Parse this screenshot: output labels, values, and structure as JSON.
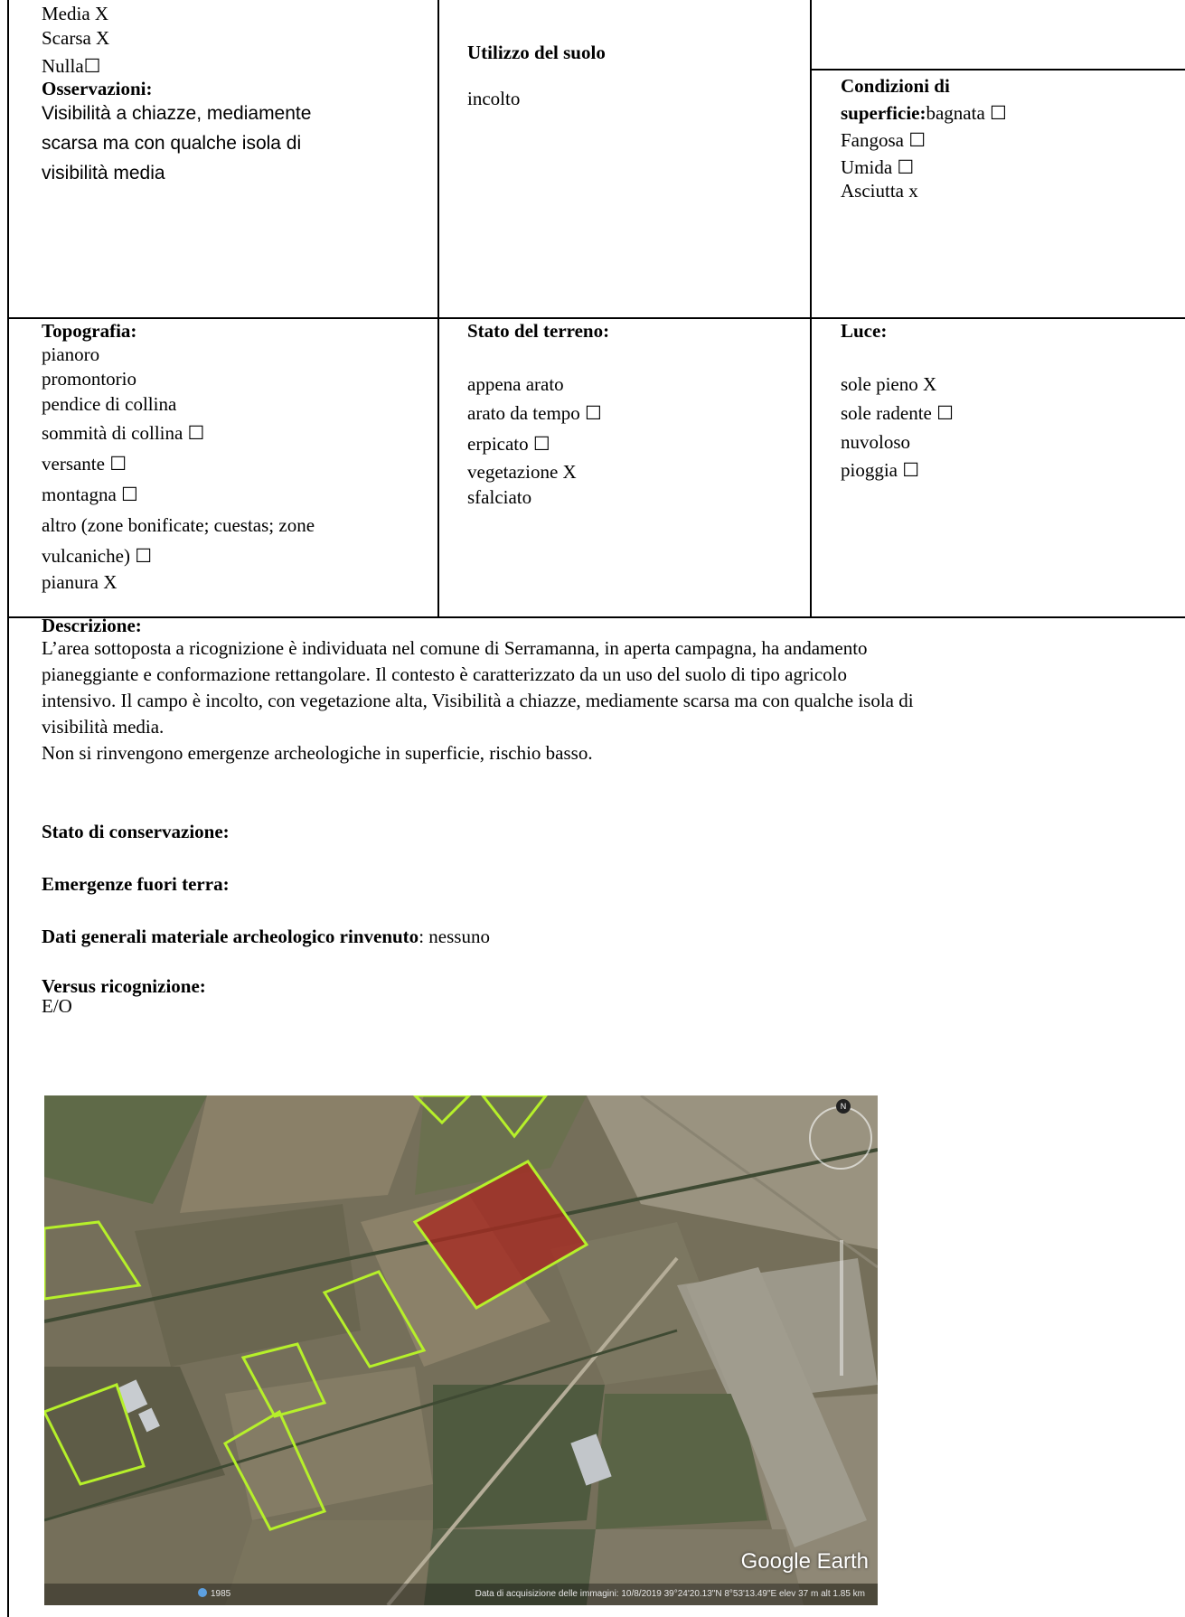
{
  "top_row": {
    "visibility_lines": [
      "Media X",
      "Scarsa X",
      "Nulla☐"
    ],
    "observations_label": "Osservazioni:",
    "observations_lines": [
      "Visibilità a chiazze, mediamente",
      "scarsa ma con qualche isola di",
      "visibilità media"
    ],
    "soil_use_label": "Utilizzo del suolo",
    "soil_use_value": "incolto",
    "surface_label_1": "Condizioni di",
    "surface_label_2": "superficie:",
    "surface_first": "bagnata ☐",
    "surface_lines": [
      "Fangosa ☐",
      "Umida ☐",
      "Asciutta x"
    ]
  },
  "second_row": {
    "topography_label": "Topografia:",
    "topography_lines": [
      "pianoro",
      "promontorio",
      "pendice di collina",
      "sommità di collina ☐",
      "versante ☐",
      "montagna ☐",
      "altro (zone bonificate; cuestas; zone",
      "vulcaniche) ☐",
      "pianura X"
    ],
    "terrain_label": "Stato del terreno:",
    "terrain_lines": [
      "appena arato",
      "arato da tempo ☐",
      "erpicato ☐",
      "vegetazione X",
      "sfalciato"
    ],
    "light_label": "Luce:",
    "light_lines": [
      "sole pieno X",
      "sole radente ☐",
      "nuvoloso",
      "pioggia ☐"
    ]
  },
  "description": {
    "label": "Descrizione:",
    "lines": [
      "L’area sottoposta a ricognizione è individuata nel comune di Serramanna, in aperta campagna, ha andamento",
      "pianeggiante  e conformazione rettangolare. Il contesto è caratterizzato da un uso del suolo di tipo agricolo",
      "intensivo. Il campo è  incolto, con vegetazione alta,  Visibilità a chiazze, mediamente scarsa ma con qualche isola di",
      "visibilità media."
    ],
    "conclusion": "Non si rinvengono emergenze archeologiche in superficie, rischio basso.",
    "conservation_label": "Stato di conservazione:",
    "emergences_label": "Emergenze fuori terra:",
    "materials_label": "Dati generali materiale archeologico rinvenuto",
    "materials_value": ": nessuno",
    "direction_label": "Versus ricognizione:",
    "direction_value": "E/O"
  },
  "map_image": {
    "brand": "Google Earth",
    "year": "1985",
    "acquisition_info": "Data di acquisizione delle immagini: 10/8/2019    39°24'20.13\"N    8°53'13.49\"E  elev   37 m    alt  1.85 km",
    "north": "N",
    "highlight_color": "#b02a20",
    "outline_color": "#b6f02a"
  }
}
